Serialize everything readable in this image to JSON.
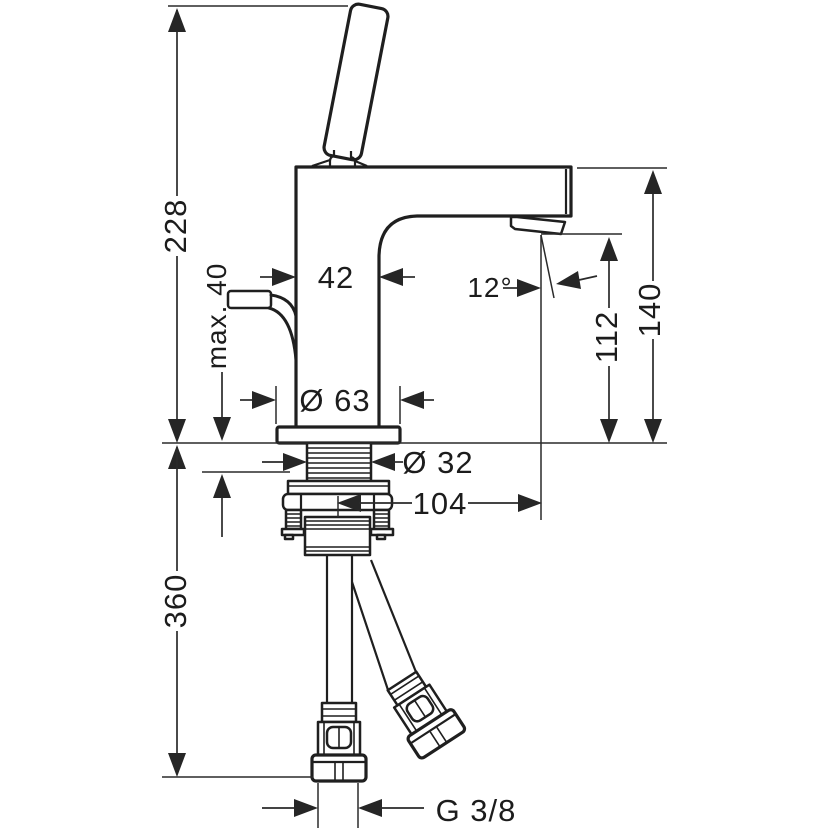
{
  "drawing": {
    "title": "single-hole-basin-mixer-dimensional-drawing",
    "background_color": "#ffffff",
    "line_color": "#1f1f1f",
    "dimensions": {
      "overall_height": "228",
      "max_deck_thickness": "max. 40",
      "body_width": "42",
      "base_diameter": "Ø 63",
      "spout_angle": "12°",
      "outlet_height": "112",
      "spout_top_height": "140",
      "shank_diameter": "Ø 32",
      "spout_reach": "104",
      "hose_length": "360",
      "thread_size": "G 3/8"
    }
  }
}
